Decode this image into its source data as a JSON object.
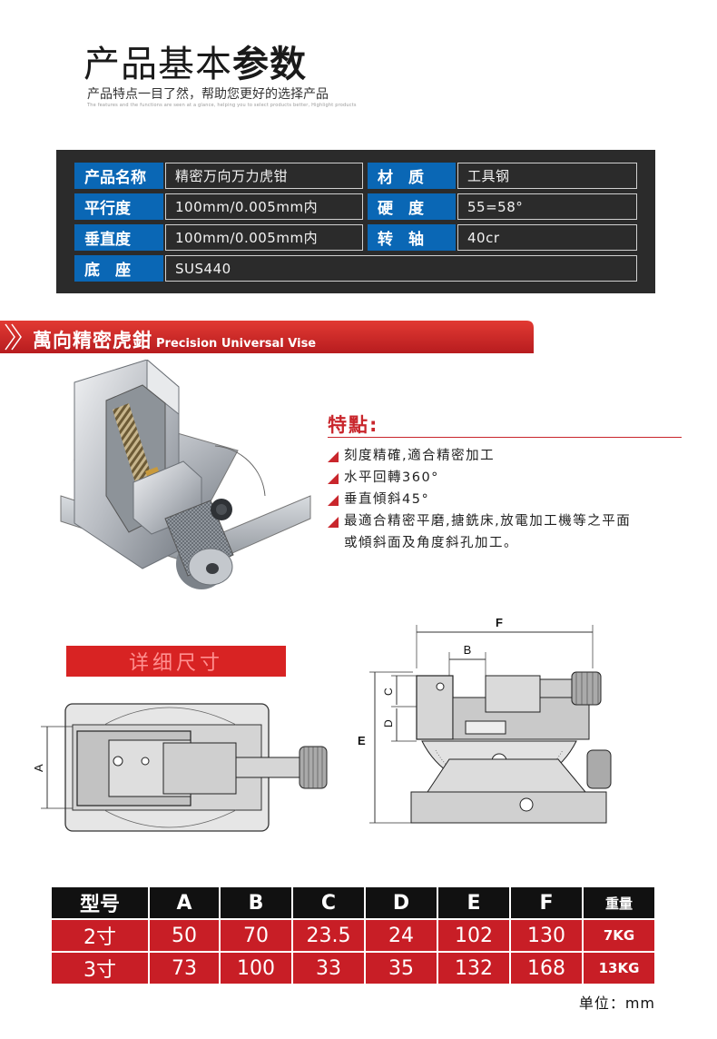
{
  "header": {
    "title_light": "产品基本",
    "title_bold": "参数",
    "subtitle": "产品特点一目了然，帮助您更好的选择产品",
    "tiny": "The features and the functions are seen at a glance, helping you to select products better, Highlight products"
  },
  "params": [
    {
      "label": "产品名称",
      "value": "精密万向万力虎钳",
      "label2": "材　质",
      "value2": "工具钢"
    },
    {
      "label": "平行度",
      "value": "100mm/0.005mm内",
      "label2": "硬　度",
      "value2": "55=58°"
    },
    {
      "label": "垂直度",
      "value": "100mm/0.005mm内",
      "label2": "转　轴",
      "value2": "40cr"
    },
    {
      "label": "底　座",
      "value": "SUS440"
    }
  ],
  "banner": {
    "zh": "萬向精密虎鉗",
    "en": "Precision Universal Vise"
  },
  "features": {
    "title": "特點:",
    "items": [
      "刻度精確,適合精密加工",
      "水平回轉360°",
      "垂直傾斜45°",
      "最適合精密平磨,搪銑床,放電加工機等之平面",
      "或傾斜面及角度斜孔加工。"
    ]
  },
  "detail_label": "详细尺寸",
  "dimension_labels": {
    "A": "A",
    "B": "B",
    "C": "C",
    "D": "D",
    "E": "E",
    "F": "F"
  },
  "spec_table": {
    "headers": [
      "型号",
      "A",
      "B",
      "C",
      "D",
      "E",
      "F",
      "重量"
    ],
    "rows": [
      [
        "2寸",
        "50",
        "70",
        "23.5",
        "24",
        "102",
        "130",
        "7KG"
      ],
      [
        "3寸",
        "73",
        "100",
        "33",
        "35",
        "132",
        "168",
        "13KG"
      ]
    ]
  },
  "unit": "单位：mm",
  "colors": {
    "blue_label": "#0a67b5",
    "panel_dark": "#2b2b2b",
    "accent_red": "#c9262c",
    "table_red": "#c81e26",
    "table_black": "#111111"
  }
}
